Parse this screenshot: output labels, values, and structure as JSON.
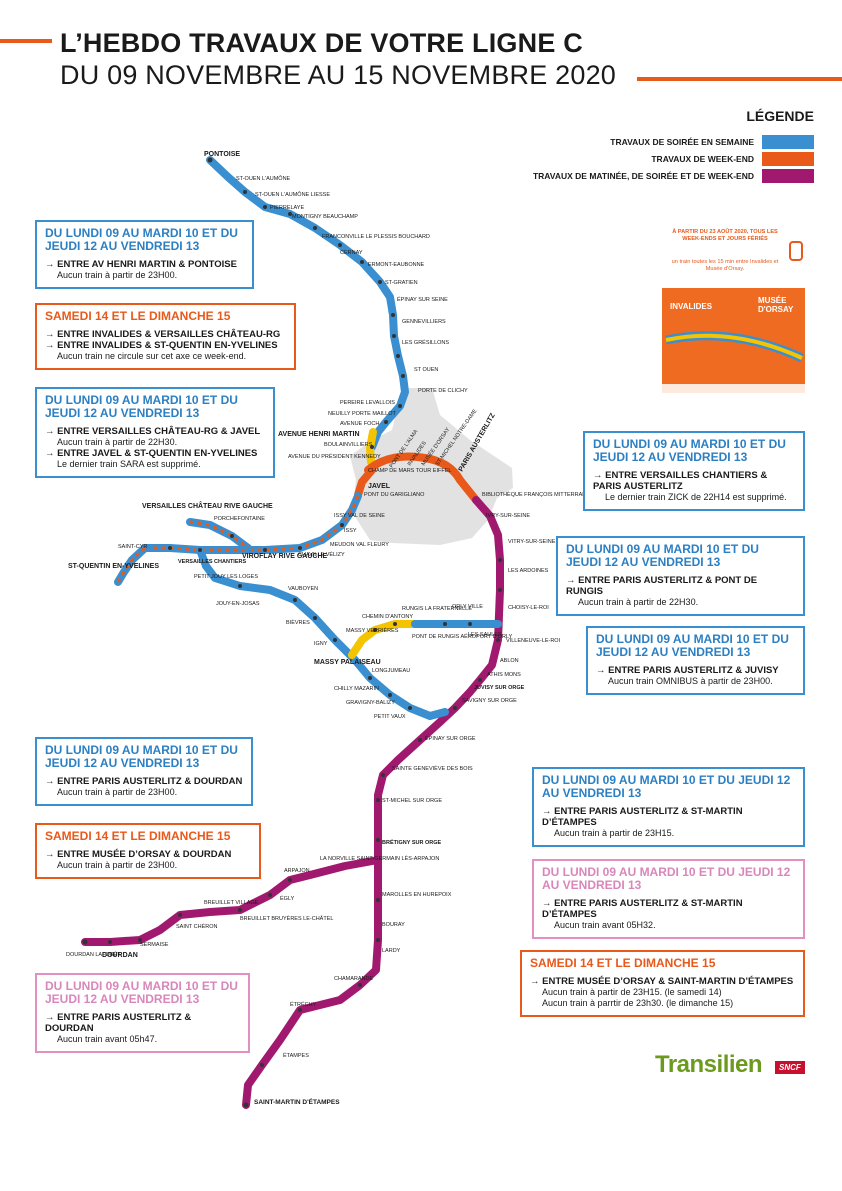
{
  "header": {
    "title_line1": "L’HEBDO TRAVAUX DE VOTRE LIGNE C",
    "title_line2": "DU 09 NOVEMBRE AU 15 NOVEMBRE 2020"
  },
  "legend": {
    "title": "LÉGENDE",
    "items": [
      {
        "label": "TRAVAUX DE SOIRÉE EN SEMAINE",
        "color": "#3a8fd1"
      },
      {
        "label": "TRAVAUX DE WEEK-END",
        "color": "#e8591a"
      },
      {
        "label": "TRAVAUX DE MATINÉE, DE SOIRÉE ET DE WEEK-END",
        "color": "#a1196f"
      }
    ]
  },
  "colors": {
    "blue": "#3a8fd1",
    "orange": "#e8591a",
    "purple": "#a1196f",
    "yellow": "#f5c400",
    "pink": "#e38fc2",
    "paris_area": "#e2e2e2"
  },
  "stations": {
    "pontoise": "PONTOISE",
    "st_ouen_aumone": "ST-OUEN L'AUMÔNE",
    "st_ouen_liesse": "ST-OUEN L'AUMÔNE LIESSE",
    "pierrelaye": "PIERRELAYE",
    "montigny": "MONTIGNY BEAUCHAMP",
    "franconville": "FRANCONVILLE LE PLESSIS BOUCHARD",
    "cernay": "CERNAY",
    "ermont": "ERMONT-EAUBONNE",
    "st_gratien": "ST-GRATIEN",
    "epinay": "ÉPINAY SUR SEINE",
    "gennevilliers": "GENNEVILLIERS",
    "gresillons": "LES GRÉSILLONS",
    "st_ouen": "ST OUEN",
    "porte_clichy": "PORTE DE CLICHY",
    "pereire": "PEREIRE LEVALLOIS",
    "neuilly": "NEUILLY PORTE MAILLOT",
    "foch": "AVENUE FOCH",
    "henri_martin": "AVENUE HENRI MARTIN",
    "boulainvilliers": "BOULAINVILLIERS",
    "kennedy": "AVENUE DU PRÉSIDENT KENNEDY",
    "pont_alma": "PONT DE L'ALMA",
    "invalides": "INVALIDES",
    "musee_orsay": "MUSÉE D'ORSAY",
    "st_michel": "ST-MICHEL NOTRE-DAME",
    "paris_austerlitz": "PARIS AUSTERLITZ",
    "champ_mars": "CHAMP DE MARS TOUR EIFFEL",
    "javel": "JAVEL",
    "garigliano": "PONT DU GARIGLIANO",
    "bfm": "BIBLIOTHÈQUE FRANÇOIS MITTERRAND",
    "ivry": "IVRY-SUR-SEINE",
    "vitry": "VITRY-SUR-SEINE",
    "ardoines": "LES ARDOINES",
    "choisy": "CHOISY-LE-ROI",
    "villeneuve": "VILLENEUVE-LE-ROI",
    "ablon": "ABLON",
    "athis": "ATHIS MONS",
    "juvisy": "JUVISY SUR ORGE",
    "savigny": "SAVIGNY SUR ORGE",
    "epinay_orge": "ÉPINAY SUR ORGE",
    "ste_genevieve": "SAINTE GENEVIÈVE DES BOIS",
    "st_michel_orge": "ST-MICHEL SUR ORGE",
    "bretigny": "BRÉTIGNY SUR ORGE",
    "marolles": "MAROLLES EN HUREPOIX",
    "bouray": "BOURAY",
    "lardy": "LARDY",
    "chamarande": "CHAMARANDE",
    "etrechy": "ÉTRÉCHY",
    "etampes": "ÉTAMPES",
    "st_martin": "SAINT-MARTIN D'ÉTAMPES",
    "issy_vds": "ISSY VAL DE SEINE",
    "issy": "ISSY",
    "meudon": "MEUDON VAL FLEURY",
    "chaville": "CHAVILLE VÉLIZY",
    "viroflay": "VIROFLAY RIVE GAUCHE",
    "porchefontaine": "PORCHEFONTAINE",
    "versailles_rg": "VERSAILLES CHÂTEAU RIVE GAUCHE",
    "versailles_ch": "VERSAILLES CHANTIERS",
    "st_cyr": "SAINT-CYR",
    "sqy": "ST-QUENTIN EN-YVELINES",
    "petit_jouy": "PETIT JOUY LES LOGES",
    "jouy": "JOUY-EN-JOSAS",
    "vauboyen": "VAUBOYEN",
    "bievres": "BIÈVRES",
    "igny": "IGNY",
    "massy_palaiseau": "MASSY PALAISEAU",
    "massy_verrieres": "MASSY VERRIÈRES",
    "chemin_antony": "CHEMIN D'ANTONY",
    "rungis": "RUNGIS LA FRATERNELLE",
    "pont_rungis": "PONT DE RUNGIS AÉROPORT D'ORLY",
    "orly": "ORLY VILLE",
    "saules": "LES SAULES",
    "longjumeau": "LONGJUMEAU",
    "chilly": "CHILLY MAZARIN",
    "gravigny": "GRAVIGNY-BALIZY",
    "petit_vaux": "PETIT VAUX",
    "norville": "LA NORVILLE SAINT-GERMAIN LÈS-ARPAJON",
    "arpajon": "ARPAJON",
    "egly": "ÉGLY",
    "breuillet_village": "BREUILLET VILLAGE",
    "breuillet_bruyeres": "BREUILLET BRUYÈRES LE-CHÂTEL",
    "st_cheron": "SAINT CHÉRON",
    "sermaise": "SERMAISE",
    "dourdan": "DOURDAN",
    "dourdan_foret": "DOURDAN LAFORÊT"
  },
  "boxes": [
    {
      "id": "b1",
      "style": "blue",
      "title": "DU LUNDI 09 AU MARDI 10 ET DU JEUDI 12 AU VENDREDI 13",
      "items": [
        {
          "text": "→ ENTRE AV HENRI MARTIN & PONTOISE",
          "sub": "Aucun train à partir de 23H00."
        }
      ]
    },
    {
      "id": "b2",
      "style": "orange",
      "title": "SAMEDI 14 ET LE DIMANCHE 15",
      "items": [
        {
          "text": "→ ENTRE INVALIDES & VERSAILLES CHÂTEAU-RG",
          "sub": ""
        },
        {
          "text": "→ ENTRE INVALIDES & ST-QUENTIN EN-YVELINES",
          "sub": "Aucun train ne circule sur cet axe ce week-end."
        }
      ]
    },
    {
      "id": "b3",
      "style": "blue",
      "title": "DU LUNDI 09 AU MARDI 10 ET DU JEUDI 12 AU VENDREDI 13",
      "items": [
        {
          "text": "→ ENTRE VERSAILLES CHÂTEAU-RG & JAVEL",
          "sub": "Aucun train à partir de 22H30."
        },
        {
          "text": "→ ENTRE JAVEL & ST-QUENTIN EN-YVELINES",
          "sub": "Le dernier train SARA est supprimé."
        }
      ]
    },
    {
      "id": "b4",
      "style": "blue",
      "title": "DU LUNDI 09 AU MARDI 10 ET DU JEUDI 12 AU VENDREDI 13",
      "items": [
        {
          "text": "→ ENTRE VERSAILLES CHANTIERS & PARIS AUSTERLITZ",
          "sub": "Le dernier train ZICK de 22H14 est supprimé."
        }
      ]
    },
    {
      "id": "b5",
      "style": "blue",
      "title": "DU LUNDI 09 AU MARDI 10 ET DU JEUDI 12 AU VENDREDI 13",
      "items": [
        {
          "text": "→ ENTRE PARIS AUSTERLITZ & PONT DE RUNGIS",
          "sub": "Aucun train à partir de 22H30."
        }
      ]
    },
    {
      "id": "b6",
      "style": "blue",
      "title": "DU LUNDI 09 AU MARDI 10 ET DU JEUDI 12 AU VENDREDI 13",
      "items": [
        {
          "text": "→ ENTRE PARIS AUSTERLITZ & JUVISY",
          "sub": "Aucun train OMNIBUS à partir de 23H00."
        }
      ]
    },
    {
      "id": "b7",
      "style": "blue",
      "title": "DU LUNDI 09 AU MARDI 10 ET DU JEUDI 12 AU VENDREDI 13",
      "items": [
        {
          "text": "→ ENTRE PARIS AUSTERLITZ & DOURDAN",
          "sub": "Aucun train à partir de 23H00."
        }
      ]
    },
    {
      "id": "b8",
      "style": "blue",
      "title": "DU LUNDI 09 AU MARDI 10 ET DU JEUDI 12 AU VENDREDI 13",
      "items": [
        {
          "text": "→ ENTRE PARIS AUSTERLITZ & ST-MARTIN D’ÉTAMPES",
          "sub": "Aucun train à partir de 23H15."
        }
      ]
    },
    {
      "id": "b9",
      "style": "orange",
      "title": "SAMEDI 14 ET LE DIMANCHE 15",
      "items": [
        {
          "text": "→ ENTRE MUSÉE D’ORSAY & DOURDAN",
          "sub": "Aucun train à partir de 23H00."
        }
      ]
    },
    {
      "id": "b10",
      "style": "pink",
      "title": "DU LUNDI 09 AU MARDI 10 ET DU JEUDI 12 AU VENDREDI 13",
      "items": [
        {
          "text": "→ ENTRE PARIS AUSTERLITZ & ST-MARTIN D’ÉTAMPES",
          "sub": "Aucun train avant 05H32."
        }
      ]
    },
    {
      "id": "b11",
      "style": "orange",
      "title": "SAMEDI 14 ET LE DIMANCHE 15",
      "items": [
        {
          "text": "→ ENTRE MUSÉE D’ORSAY & SAINT-MARTIN D’ÉTAMPES",
          "sub": "Aucun train à partir de 23H15. (le samedi 14)"
        },
        {
          "text": "",
          "sub": "Aucun train à parrtir de 23h30. (le dimanche 15)"
        }
      ]
    },
    {
      "id": "b12",
      "style": "pink",
      "title": "DU LUNDI 09 AU MARDI 10 ET DU JEUDI 12 AU VENDREDI 13",
      "items": [
        {
          "text": "→ ENTRE PARIS AUSTERLITZ & DOURDAN",
          "sub": "Aucun train avant 05h47."
        }
      ]
    }
  ],
  "promo": {
    "headline": "À PARTIR DU 23 AOÛT 2020, TOUS LES WEEK-ENDS ET JOURS FÉRIÉS",
    "line2": "un train toutes les 15 min entre Invalides et Musée d'Orsay.",
    "station_left": "INVALIDES",
    "station_right": "MUSÉE D'ORSAY",
    "icon": "train-icon"
  },
  "logo": {
    "brand": "Transilien",
    "operator": "SNCF"
  }
}
